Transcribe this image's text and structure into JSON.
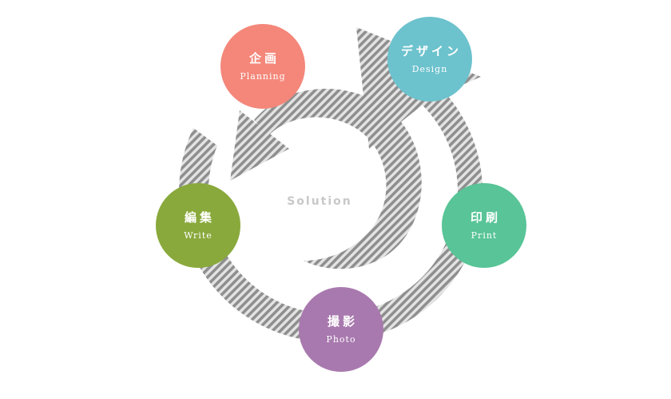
{
  "center": {
    "label": "Solution"
  },
  "colors": {
    "arrow_dark": "#8f8f8f",
    "arrow_light": "#e6e6e6",
    "planning": "#f4877a",
    "design": "#6cc2cd",
    "print": "#58c497",
    "photo": "#a879ae",
    "write": "#89a93c"
  },
  "nodes": [
    {
      "id": "planning",
      "jp": "企画",
      "en": "Planning",
      "color": "#f4877a",
      "icon": ""
    },
    {
      "id": "design",
      "jp": "デザイン",
      "en": "Design",
      "color": "#6cc2cd",
      "icon": ""
    },
    {
      "id": "print",
      "jp": "印刷",
      "en": "Print",
      "color": "#58c497",
      "icon": ""
    },
    {
      "id": "photo",
      "jp": "撮影",
      "en": "Photo",
      "color": "#a879ae",
      "icon": ""
    },
    {
      "id": "write",
      "jp": "編集",
      "en": "Write",
      "color": "#89a93c",
      "icon": ""
    }
  ]
}
